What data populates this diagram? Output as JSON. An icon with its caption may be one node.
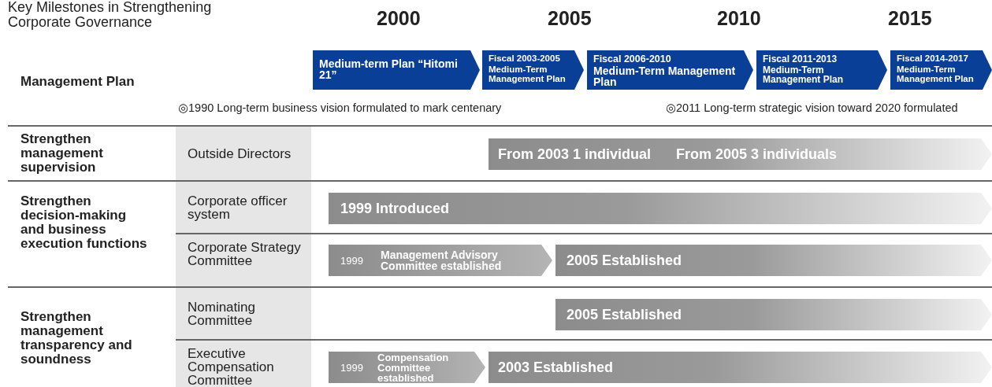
{
  "diagram": {
    "title": "Key Milestones in Strengthening Corporate Governance",
    "nodes": [
      {
        "text": [
          "Medium-term Plan “Hitomi 21”"
        ]
      },
      {
        "text": [
          "Fiscal 2003-2005",
          "Medium-Term Management Plan"
        ]
      },
      {
        "text": [
          "Fiscal 2006-2010",
          "Medium-Term Management Plan"
        ]
      },
      {
        "text": [
          "Fiscal 2011-2013",
          "Medium-Term Management Plan"
        ]
      },
      {
        "text": [
          "Fiscal 2014-2017",
          "Medium-Term Management Plan"
        ]
      },
      {
        "text": [
          "Outside Directors"
        ]
      },
      {
        "text": [
          "From 2003 1 individual",
          "From 2005 3 individuals"
        ]
      },
      {
        "text": [
          "Corporate officer system"
        ]
      },
      {
        "text": [
          "1999 Introduced"
        ]
      },
      {
        "text": [
          "Corporate Strategy Committee"
        ]
      },
      {
        "text": [
          "1999",
          "Management Advisory Committee established"
        ]
      },
      {
        "text": [
          "2005 Established"
        ]
      },
      {
        "text": [
          "Nominating Committee"
        ]
      },
      {
        "text": [
          "2005 Established"
        ]
      },
      {
        "text": [
          "Executive Compensation Committee"
        ]
      },
      {
        "text": [
          "1999",
          "Compensation Committee established"
        ]
      },
      {
        "text": [
          "2003 Established"
        ]
      }
    ],
    "labels": [
      "2000",
      "2005",
      "2010",
      "2015",
      "Management Plan",
      "◎1990 Long-term business vision formulated to mark centenary",
      "◎2011 Long-term strategic vision toward 2020 formulated",
      "Strengthen management supervision",
      "Strengthen decision-making and business execution functions",
      "Strengthen management transparency and soundness"
    ]
  }
}
